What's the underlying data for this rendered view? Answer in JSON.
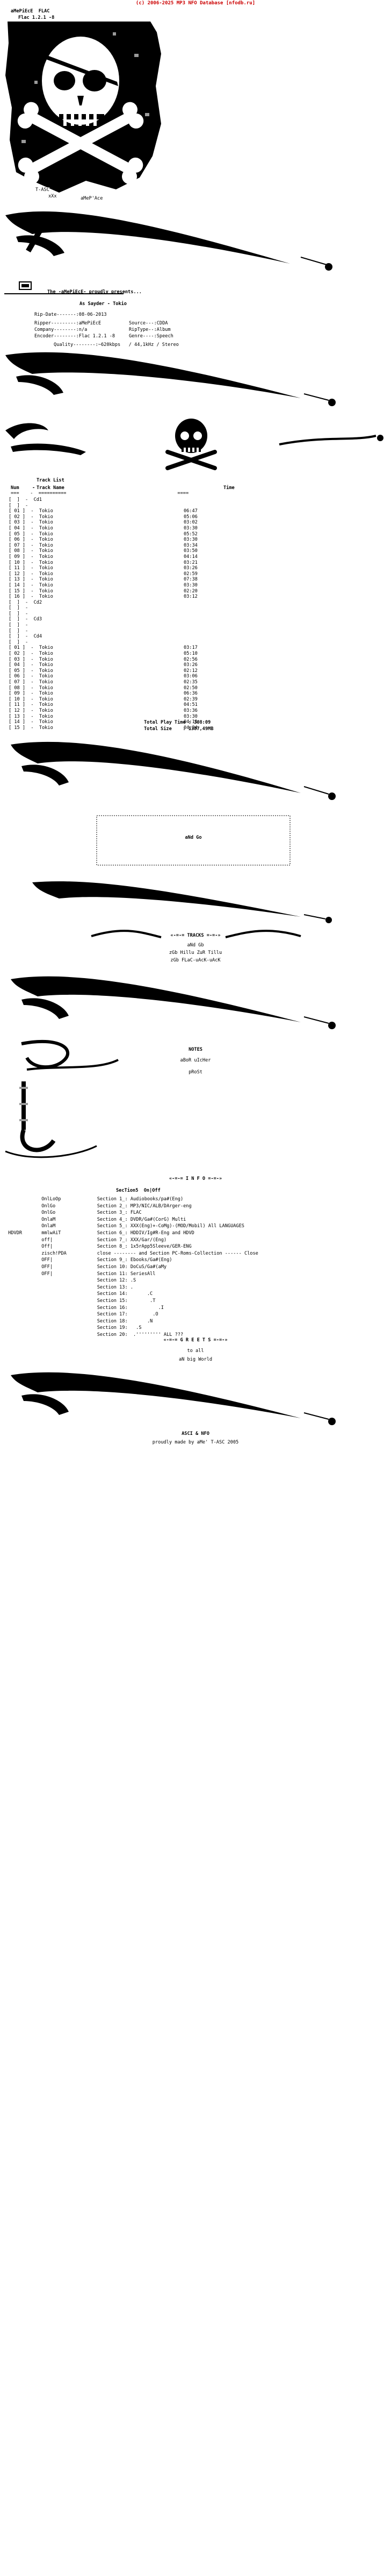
{
  "header": {
    "text": "(c) 2006-2025 MP3 NFO Database [nfodb.ru]"
  },
  "title": {
    "group": "aMePiEcE  FLAC",
    "version": "Flac 1.2.1 -8"
  },
  "art_tags": {
    "tag1": "T-ASC",
    "tag2": "xXx",
    "tag3": "aMeP'Ace"
  },
  "presents": {
    "text": "The -aMePiEcE- proudly presents...",
    "release": "As Sayder - Tokio"
  },
  "info": [
    {
      "label": "Rip-Date-------:",
      "value": "08-06-2013"
    },
    {
      "label": "Ripper---------:",
      "value": "aMePiEcE",
      "label2": "Source---:",
      "value2": "CDDA"
    },
    {
      "label": "Company--------:",
      "value": "n/a",
      "label2": "RipType--:",
      "value2": "Album"
    },
    {
      "label": "Encoder--------:",
      "value": "Flac 1.2.1 -8",
      "label2": "Genre----:",
      "value2": "Speech"
    },
    {
      "label": "Quality--------:",
      "value": "~620kbps   / 44,1kHz / Stereo"
    }
  ],
  "tracklist": {
    "heading": "Track List",
    "col_num": "Num",
    "col_dash": "-",
    "col_name": "Track Name",
    "col_time": "Time",
    "discs": [
      {
        "name": "Cd1",
        "tracks": [
          [
            "01",
            "Tokio",
            "06:47"
          ],
          [
            "02",
            "Tokio",
            "05:06"
          ],
          [
            "03",
            "Tokio",
            "03:02"
          ],
          [
            "04",
            "Tokio",
            "03:30"
          ],
          [
            "05",
            "Tokio",
            "05:52"
          ],
          [
            "06",
            "Tokio",
            "03:30"
          ],
          [
            "07",
            "Tokio",
            "03:34"
          ],
          [
            "08",
            "Tokio",
            "03:50"
          ],
          [
            "09",
            "Tokio",
            "04:14"
          ],
          [
            "10",
            "Tokio",
            "03:21"
          ],
          [
            "11",
            "Tokio",
            "03:26"
          ],
          [
            "12",
            "Tokio",
            "02:59"
          ],
          [
            "13",
            "Tokio",
            "07:38"
          ],
          [
            "14",
            "Tokio",
            "03:30"
          ],
          [
            "15",
            "Tokio",
            "02:20"
          ],
          [
            "16",
            "Tokio",
            "03:12"
          ]
        ]
      },
      {
        "name": "Cd2",
        "tracks": []
      },
      {
        "name": "Cd3",
        "tracks": []
      },
      {
        "name": "Cd4",
        "tracks": [
          [
            "01",
            "Tokio",
            "03:17"
          ],
          [
            "02",
            "Tokio",
            "05:10"
          ],
          [
            "03",
            "Tokio",
            "02:56"
          ],
          [
            "04",
            "Tokio",
            "03:26"
          ],
          [
            "05",
            "Tokio",
            "02:12"
          ],
          [
            "06",
            "Tokio",
            "03:06"
          ],
          [
            "07",
            "Tokio",
            "02:35"
          ],
          [
            "08",
            "Tokio",
            "02:50"
          ],
          [
            "09",
            "Tokio",
            "06:36"
          ],
          [
            "10",
            "Tokio",
            "02:39"
          ],
          [
            "11",
            "Tokio",
            "04:51"
          ],
          [
            "12",
            "Tokio",
            "03:36"
          ],
          [
            "13",
            "Tokio",
            "03:30"
          ],
          [
            "14",
            "Tokio",
            "04:11"
          ],
          [
            "15",
            "Tokio",
            "04:24"
          ]
        ]
      }
    ],
    "total_time_label": "Total Play Time :",
    "total_time": "308:09",
    "total_size_label": "Total Size    :",
    "total_size": "1387,49MB"
  },
  "ad_box": {
    "text": "aNd Go"
  },
  "tracks_section": {
    "title": "TRACKS",
    "lines": [
      "aNd Gb",
      "zGb Hillu ZuR Tillu",
      "zGb FLaC-uAcK-uAcK"
    ]
  },
  "notes_section": {
    "title": "NOTES",
    "lines": [
      "aBoR uIcHer",
      "pRoSt"
    ]
  },
  "info_section": {
    "title": "I N F O",
    "head": "SecTion5  On|Off",
    "rows": [
      {
        "a": "",
        "b": "OnlLoOp",
        "c": "Section 1_: Audiobooks/pa#(Eng)"
      },
      {
        "a": "",
        "b": "OnlGo",
        "c": "Section 2_: MP3/NIC/ALB/DArger-eng"
      },
      {
        "a": "",
        "b": "OnlGo",
        "c": "Section 3_: FLAC"
      },
      {
        "a": "",
        "b": "OnlaM",
        "c": "Section 4_: DVDR/Ga#(CorG) Multi"
      },
      {
        "a": "",
        "b": "OnlaM",
        "c": "Section 5_: XXX(Eng)+-CoMg)-(MOD/Mobil) All LANGUAGES"
      },
      {
        "a": "HDVDR",
        "b": "mmlwAiT",
        "c": "Section 6_: HDDIV/Ig#R-Eng and HDVD"
      },
      {
        "a": "",
        "b": "off|",
        "c": "Section 7_: XXX/Gar/(Eng)"
      },
      {
        "a": "",
        "b": "Off|",
        "c": "Section 8_: 1x5rApp5Sleeve/GER-ENG"
      },
      {
        "a": "",
        "b": "zisch!PDA",
        "c": "close -------- and Section PC-Roms-Collection ------ Close"
      },
      {
        "a": "",
        "b": "OFF|",
        "c": "Section 9_: Ebooks/Ga#(Eng)"
      },
      {
        "a": "",
        "b": "OFF|",
        "c": "Section 10: DoCuS/Ga#(aMy"
      },
      {
        "a": "",
        "b": "OFF|",
        "c": "Section 11: SeriesAll"
      },
      {
        "a": "",
        "b": "",
        "c": "Section 12: .S"
      },
      {
        "a": "",
        "b": "",
        "c": "Section 13: ."
      },
      {
        "a": "",
        "b": "",
        "c": "Section 14:       .C"
      },
      {
        "a": "",
        "b": "",
        "c": "Section 15:        .T"
      },
      {
        "a": "",
        "b": "",
        "c": "Section 16:           .I"
      },
      {
        "a": "",
        "b": "",
        "c": "Section 17:         .O"
      },
      {
        "a": "",
        "b": "",
        "c": "Section 18:       .N"
      },
      {
        "a": "",
        "b": "",
        "c": "Section 19:   .S"
      },
      {
        "a": "",
        "b": "",
        "c": "Section 20:  .''''''''' ALL ???"
      }
    ]
  },
  "greets_section": {
    "title": "G R E E T S",
    "lines": [
      "to all",
      "aN big World"
    ]
  },
  "footer": {
    "line1": "ASCI & NFO",
    "line2": "proudly made by aMe' T-ASC 2005"
  },
  "colors": {
    "header": "#cc0000",
    "ink": "#000000",
    "grey": "#9a9a9a",
    "paper": "#ffffff"
  }
}
